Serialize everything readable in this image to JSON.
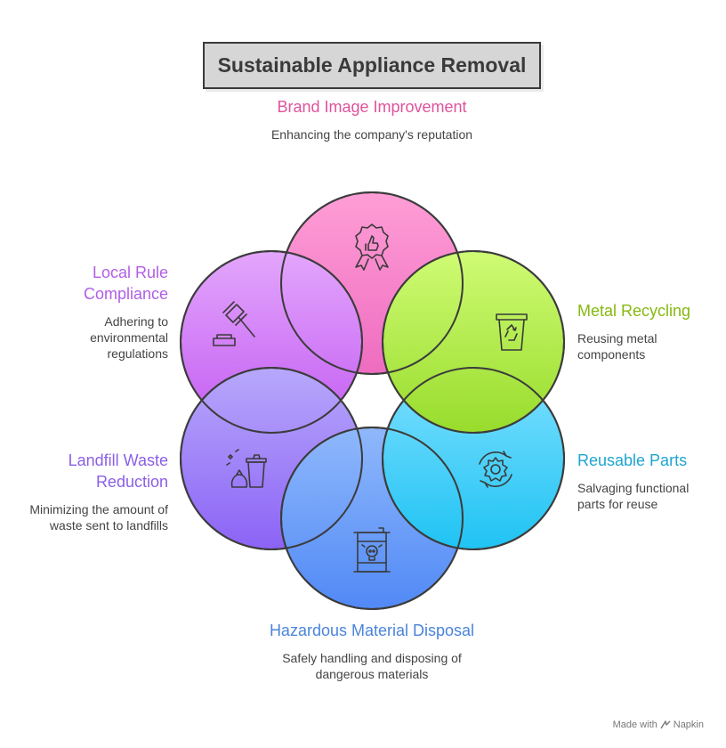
{
  "title": "Sustainable Appliance Removal",
  "sections": [
    {
      "key": "brand",
      "heading": "Brand Image Improvement",
      "description": "Enhancing the company's reputation",
      "icon": "award-thumbs-up-icon",
      "color": "#e0529c"
    },
    {
      "key": "metal",
      "heading": "Metal Recycling",
      "description": "Reusing metal components",
      "icon": "recycle-bin-icon",
      "color": "#86b80f"
    },
    {
      "key": "reusable",
      "heading": "Reusable Parts",
      "description": "Salvaging functional parts for reuse",
      "icon": "gear-cycle-icon",
      "color": "#1fa5cf"
    },
    {
      "key": "hazard",
      "heading": "Hazardous Material Disposal",
      "description": "Safely handling and disposing of dangerous materials",
      "icon": "hazard-barrel-icon",
      "color": "#4a84db"
    },
    {
      "key": "landfill",
      "heading": "Landfill Waste Reduction",
      "description": "Minimizing the amount of waste sent to landfills",
      "icon": "trash-bag-icon",
      "color": "#8a5fe6"
    },
    {
      "key": "local",
      "heading": "Local Rule Compliance",
      "description": "Adhering to environmental regulations",
      "icon": "gavel-icon",
      "color": "#b15ee6"
    }
  ],
  "footer": {
    "text": "Made with",
    "brand": "Napkin"
  }
}
